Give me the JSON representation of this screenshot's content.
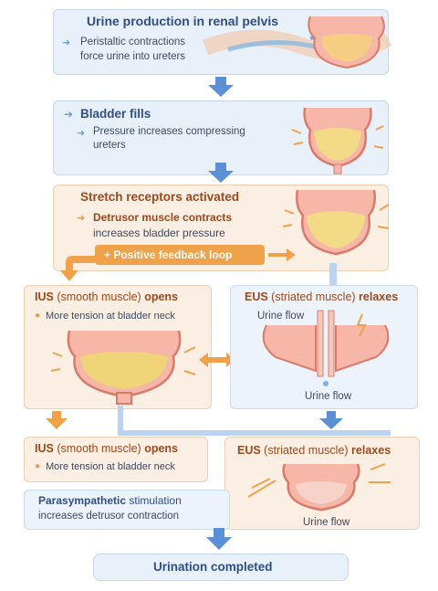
{
  "steps": {
    "s1": {
      "title": "Urine production in renal pelvis",
      "text1": "Peristaltic contractions",
      "text2": "force urine into ureters"
    },
    "s2": {
      "title": "Bladder fills",
      "text1": "Pressure increases compressing",
      "text2": "ureters"
    },
    "s3": {
      "title": "Stretch receptors activated",
      "text1": "Detrusor muscle contracts",
      "text2": "increases bladder pressure",
      "feedback": "+ Positive feedback loop"
    },
    "s4a": {
      "title_b1": "IUS",
      "title_mid": " (smooth muscle) ",
      "title_b2": "opens",
      "bullet": "More tension at bladder neck"
    },
    "s4b": {
      "title_b1": "EUS",
      "title_mid": " (striated muscle) ",
      "title_b2": "relaxes",
      "flow_top": "Urine flow",
      "flow_bottom": "Urine flow"
    },
    "s5a": {
      "title_b1": "IUS",
      "title_mid": " (smooth muscle) ",
      "title_b2": "opens",
      "bullet": "More tension at bladder neck"
    },
    "s5b": {
      "title_b1": "EUS",
      "title_mid": " (striated muscle) ",
      "title_b2": "relaxes",
      "flow": "Urine flow"
    },
    "s6": {
      "title_b": "Parasympathetic",
      "title_rest": " stimulation",
      "text": "increases detrusor contraction"
    },
    "s7": {
      "title": "Urination completed"
    }
  },
  "colors": {
    "navy": "#2f4e86",
    "brown": "#9a4a1c",
    "arrow_blue": "#5b8fd6",
    "arrow_orange": "#f0a24a"
  }
}
